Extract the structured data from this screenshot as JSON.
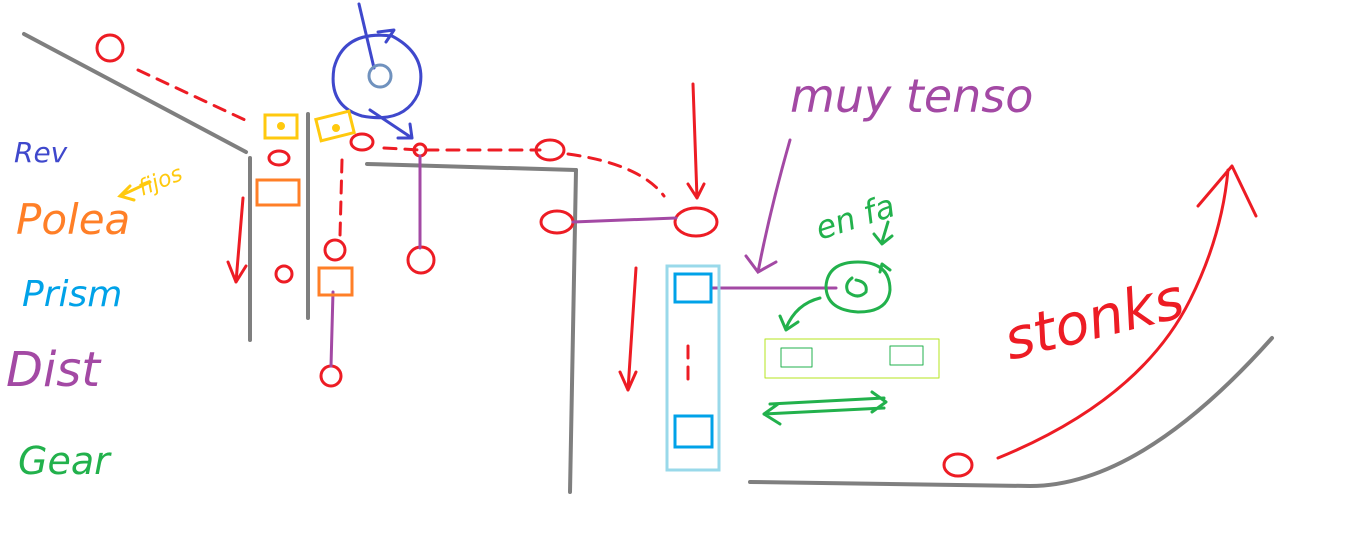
{
  "legend": {
    "rev": {
      "label": "Rev",
      "color": "#3333cc"
    },
    "polea": {
      "label": "Polea",
      "color": "#ff7f27"
    },
    "fijos": {
      "label": "fijos",
      "color": "#ffc90e"
    },
    "prism": {
      "label": "Prism",
      "color": "#1e9fe0"
    },
    "dist": {
      "label": "Dist",
      "color": "#a349a4"
    },
    "gear": {
      "label": "Gear",
      "color": "#22b14c"
    }
  },
  "annotations": {
    "muy_tenso": "muy tenso",
    "en_fa": "en fa",
    "stonks": "stonks"
  },
  "colors": {
    "wall": "#7f7f7f",
    "ball": "#ed1c24",
    "prism_outline": "#99d9ea",
    "gear_outline": "#b5e61d",
    "rev_outline": "#8aa8d0"
  }
}
